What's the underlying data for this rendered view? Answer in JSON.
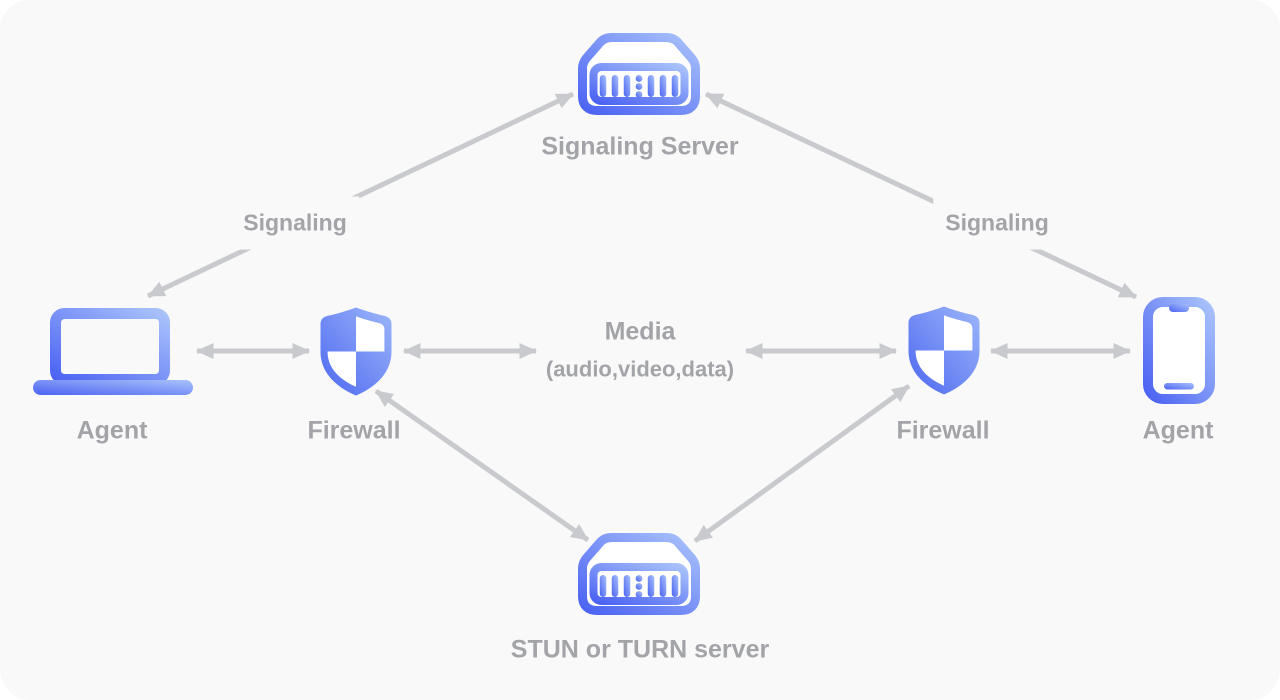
{
  "nodes": {
    "signaling_server": {
      "label": "Signaling Server",
      "icon": "server-icon"
    },
    "agent_left": {
      "label": "Agent",
      "icon": "laptop-icon"
    },
    "firewall_left": {
      "label": "Firewall",
      "icon": "shield-icon"
    },
    "firewall_right": {
      "label": "Firewall",
      "icon": "shield-icon"
    },
    "agent_right": {
      "label": "Agent",
      "icon": "smartphone-icon"
    },
    "stun_turn_server": {
      "label": "STUN or TURN server",
      "icon": "server-icon"
    }
  },
  "edges": {
    "signaling_left_label": "Signaling",
    "signaling_right_label": "Signaling",
    "media_title": "Media",
    "media_subtitle": "(audio,video,data)"
  },
  "colors": {
    "icon_gradient_start": "#4b63f2",
    "icon_gradient_end": "#a9c2fb",
    "arrow": "#c9cacd",
    "label_text": "#a3a4a8",
    "canvas_background": "#f9f9fa",
    "page_background": "#ffffff"
  }
}
